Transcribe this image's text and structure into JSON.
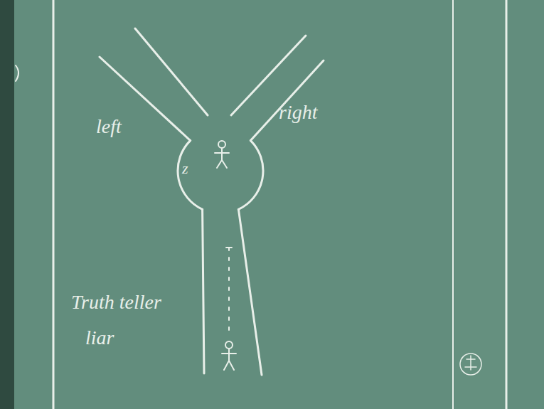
{
  "diagram": {
    "nodes": [
      {
        "text": [
          "z"
        ]
      }
    ],
    "labels": [
      "left",
      "right",
      "Truth teller",
      "liar"
    ]
  }
}
